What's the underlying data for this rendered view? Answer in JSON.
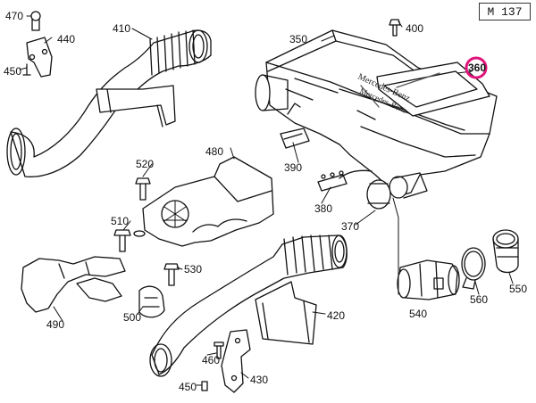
{
  "page_code": "M 137",
  "highlight_color": "#e0147a",
  "line_color": "#111111",
  "callouts": [
    {
      "id": "470",
      "label": "470"
    },
    {
      "id": "440",
      "label": "440"
    },
    {
      "id": "450a",
      "label": "450"
    },
    {
      "id": "410",
      "label": "410"
    },
    {
      "id": "350",
      "label": "350"
    },
    {
      "id": "400",
      "label": "400"
    },
    {
      "id": "360",
      "label": "360",
      "highlighted": true
    },
    {
      "id": "480",
      "label": "480"
    },
    {
      "id": "390",
      "label": "390"
    },
    {
      "id": "520",
      "label": "520"
    },
    {
      "id": "510",
      "label": "510"
    },
    {
      "id": "380",
      "label": "380"
    },
    {
      "id": "370",
      "label": "370"
    },
    {
      "id": "530",
      "label": "530"
    },
    {
      "id": "490",
      "label": "490"
    },
    {
      "id": "500",
      "label": "500"
    },
    {
      "id": "420",
      "label": "420"
    },
    {
      "id": "540",
      "label": "540"
    },
    {
      "id": "560",
      "label": "560"
    },
    {
      "id": "550",
      "label": "550"
    },
    {
      "id": "460",
      "label": "460"
    },
    {
      "id": "450b",
      "label": "450"
    },
    {
      "id": "430",
      "label": "430"
    }
  ],
  "housing_text": {
    "brand_top": "Mercedes-Benz",
    "brand_side": "Mercedes-Benz"
  }
}
